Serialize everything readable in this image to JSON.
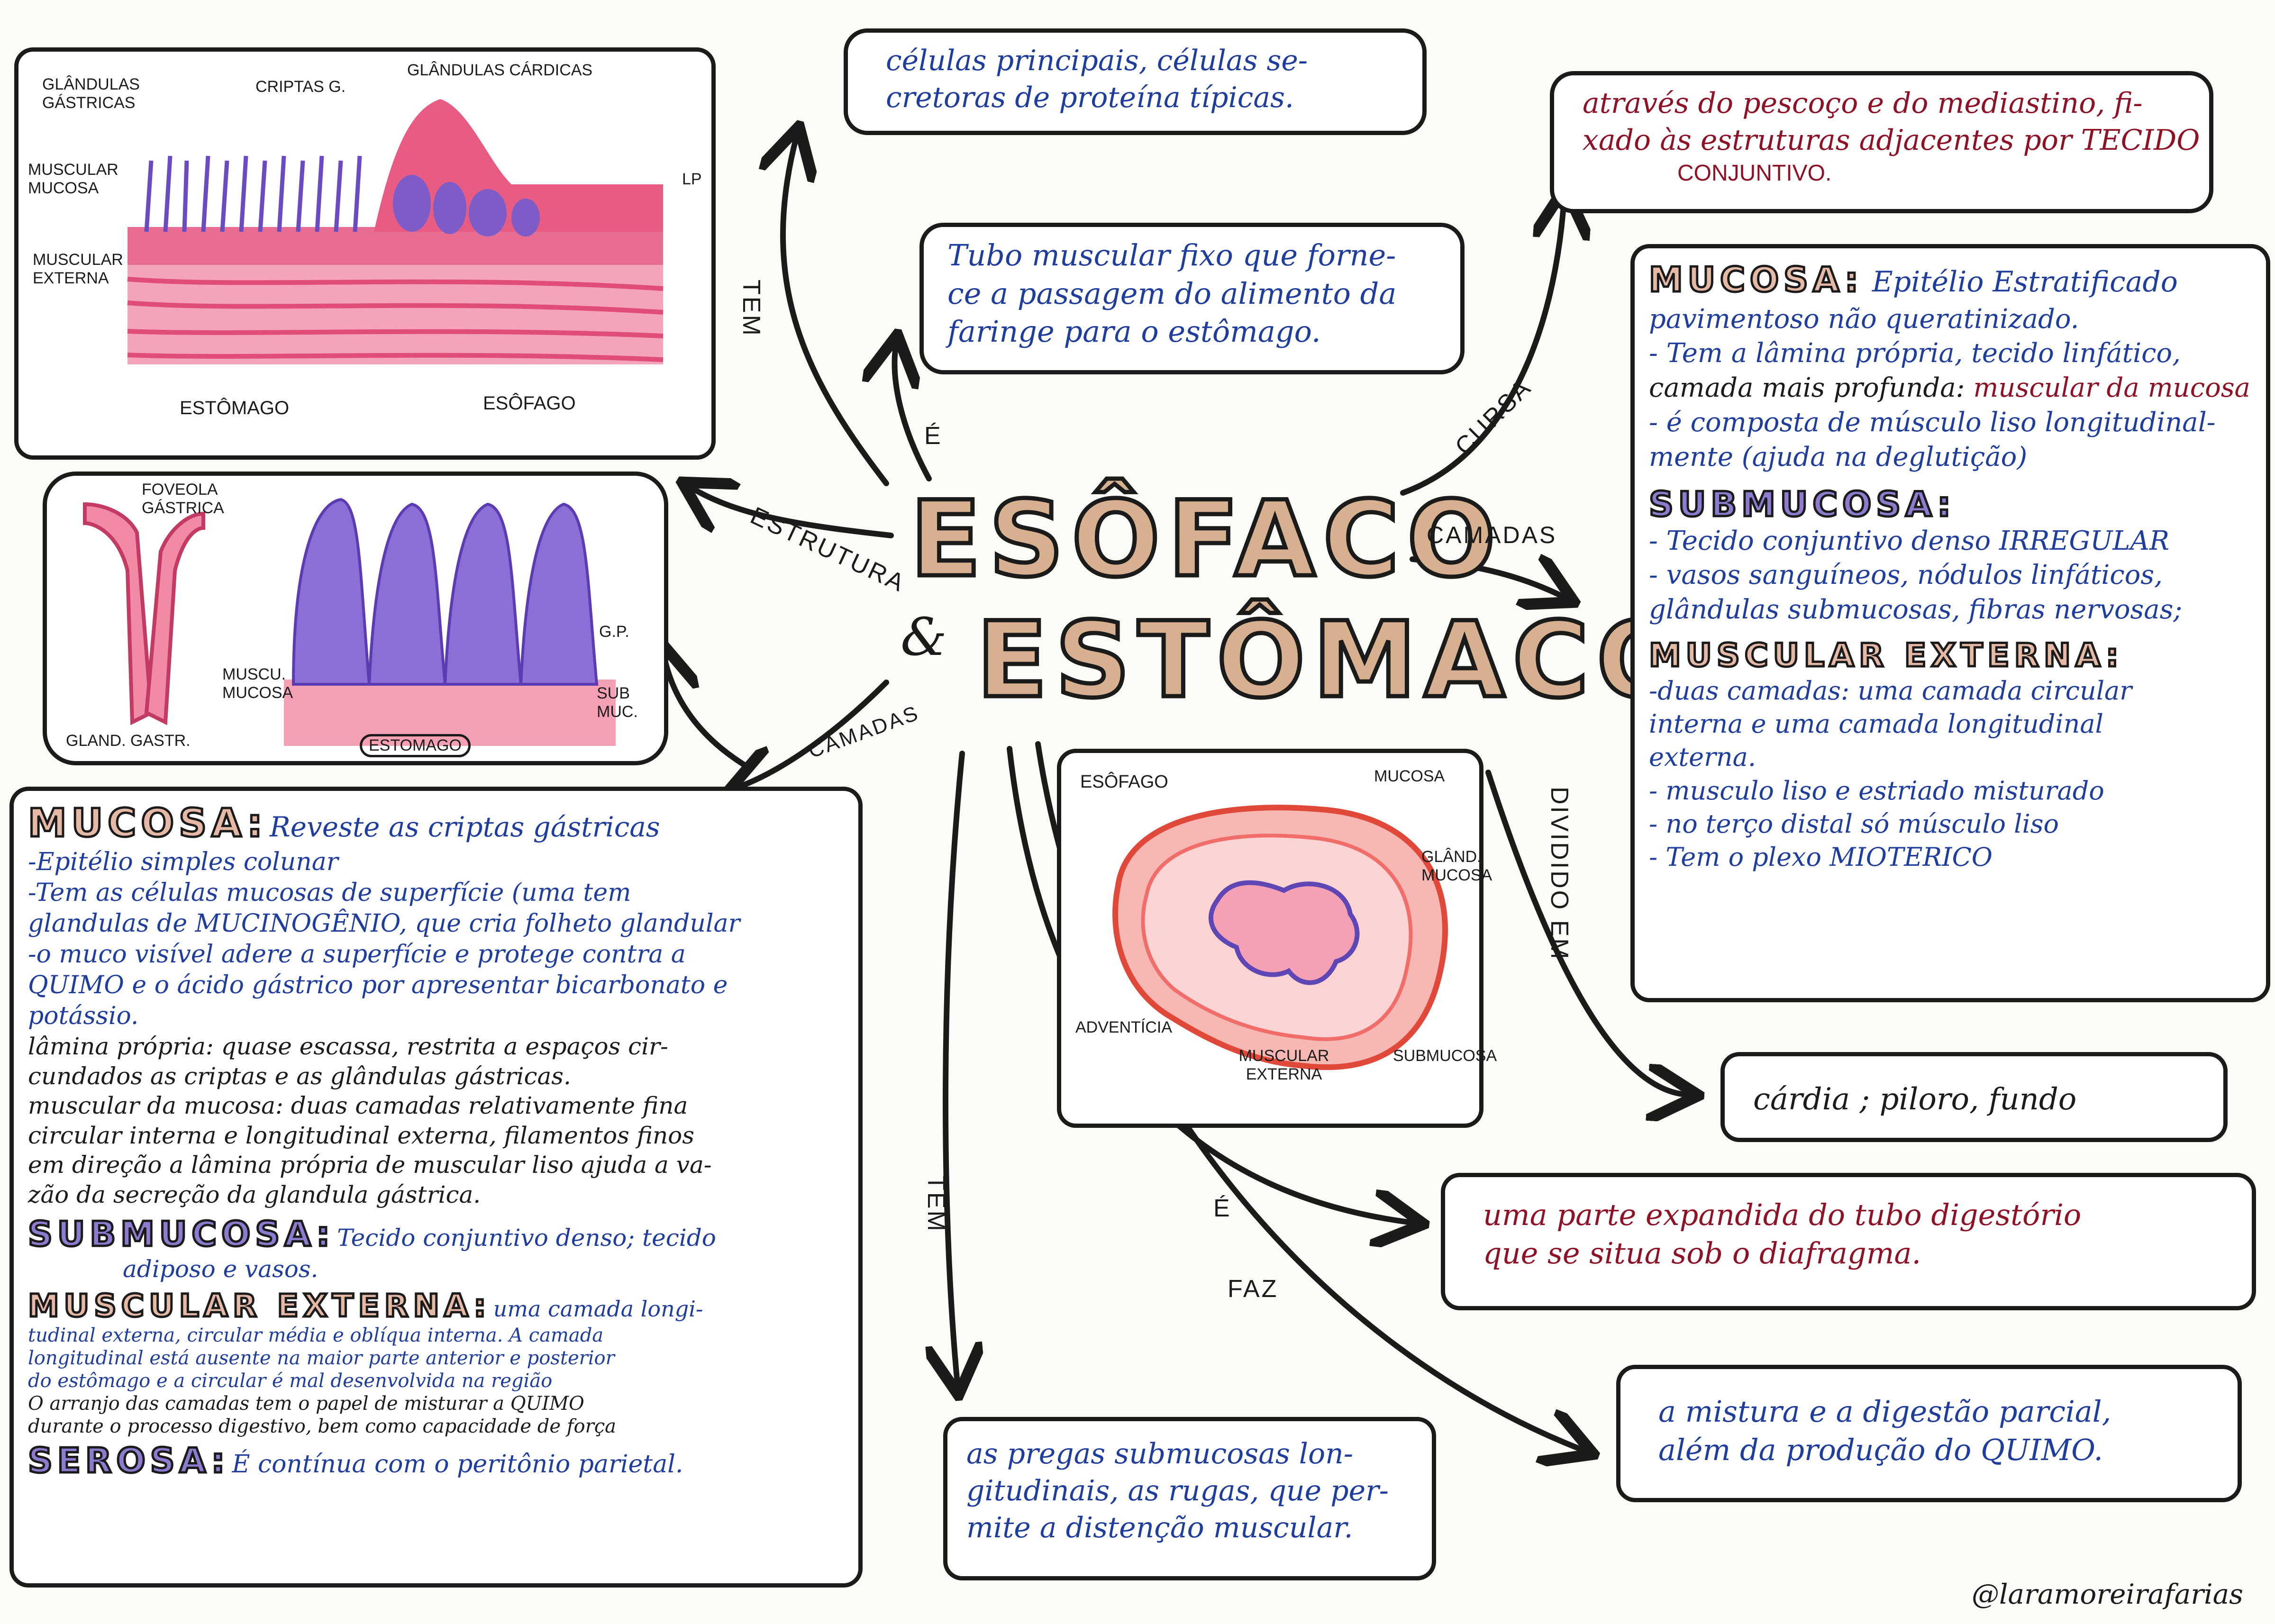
{
  "title": {
    "line1": "ESÔFACO",
    "connector": "&",
    "line2": "ESTÔMACO"
  },
  "connectors": {
    "tem_top": "TEM",
    "e_top": "É",
    "estrutura": "ESTRUTURA",
    "camadas_left": "CAMADAS",
    "cursa": "CURSA",
    "camadas_right": "CAMADAS",
    "dividido_em": "DIVIDIDO EM",
    "e_bottom": "É",
    "faz": "FAZ",
    "tem_bottom": "TEM"
  },
  "top_note_cells": {
    "lines": [
      "células principais, células se-",
      "cretoras de proteína típicas."
    ]
  },
  "top_note_tube": {
    "lines": [
      "Tubo muscular fixo que forne-",
      "ce a passagem do alimento da",
      "faringe para o estômago."
    ]
  },
  "right_note_course": {
    "lines": [
      "através do pescoço e do mediastino, fi-",
      "xado às estruturas adjacentes por TECIDO",
      "CONJUNTIVO."
    ]
  },
  "esophagus_layers": {
    "mucosa_title": "MUCOSA:",
    "mucosa_lines": [
      "Epitélio Estratificado",
      "pavimentoso não queratinizado.",
      "- Tem a lâmina própria, tecido linfático,",
      "camada mais profunda:",
      "muscular da mucosa",
      "- é composta de músculo liso longitudinal-",
      "mente (ajuda na deglutição)"
    ],
    "submucosa_title": "SUBMUCOSA:",
    "submucosa_lines": [
      "- Tecido conjuntivo denso IRREGULAR",
      "- vasos sanguíneos, nódulos linfáticos,",
      "glândulas submucosas, fibras nervosas;"
    ],
    "muscular_title": "MUSCULAR EXTERNA:",
    "muscular_lines": [
      "-duas camadas: uma camada circular",
      "interna e uma camada longitudinal",
      "externa.",
      "- musculo liso e estriado misturado",
      "- no terço distal só músculo liso",
      "- Tem o plexo MIOTERICO"
    ]
  },
  "divided_note": {
    "text": "cárdia ; piloro, fundo"
  },
  "expanded_note": {
    "lines": [
      "uma parte expandida do tubo digestório",
      "que se situa sob o diafragma."
    ]
  },
  "mixing_note": {
    "lines": [
      "a mistura e a digestão parcial,",
      "além da produção do QUIMO."
    ]
  },
  "folds_note": {
    "lines": [
      "as pregas submucosas lon-",
      "gitudinais, as rugas, que per-",
      "mite a distenção muscular."
    ]
  },
  "stomach_layers": {
    "mucosa_title": "MUCOSA:",
    "mucosa_intro": "Reveste as criptas gástricas",
    "mucosa_lines": [
      "-Epitélio simples colunar",
      "-Tem as células mucosas de superfície (uma tem",
      "glandulas de MUCINOGÊNIO, que cria folheto glandular",
      "-o muco visível adere a superfície e protege contra a",
      "QUIMO e o ácido gástrico por apresentar bicarbonato e",
      "potássio."
    ],
    "lamina_lines": [
      "lâmina própria: quase escassa, restrita a espaços cir-",
      "cundados as criptas e as glândulas gástricas."
    ],
    "muscular_mucosa_lines": [
      "muscular da mucosa: duas camadas relativamente fina",
      "circular interna e longitudinal externa, filamentos finos",
      "em direção a lâmina própria de muscular liso ajuda a va-",
      "zão da secreção da glandula gástrica."
    ],
    "submucosa_title": "SUBMUCOSA:",
    "submucosa_lines": [
      "Tecido conjuntivo denso; tecido",
      "adiposo e vasos."
    ],
    "muscular_title": "MUSCULAR EXTERNA:",
    "muscular_lines": [
      "uma camada longi-",
      "tudinal externa, circular média e oblíqua interna. A camada",
      "longitudinal está ausente na maior parte anterior e posterior",
      "do estômago e a circular é mal desenvolvida na região",
      "O arranjo das camadas tem o papel de misturar a QUIMO",
      "durante o processo digestivo, bem como capacidade de força"
    ],
    "serosa_title": "SEROSA:",
    "serosa_text": "É contínua com o peritônio parietal."
  },
  "histology_top": {
    "labels": [
      "GLÂNDULAS GÁSTRICAS",
      "CRIPTAS G.",
      "GLÂNDULAS CÁRDICAS",
      "MUSCULAR MUCOSA",
      "MUSCULAR EXTERNA",
      "LP",
      "ESTÔMAGO",
      "ESÔFAGO"
    ]
  },
  "histology_mid": {
    "labels": [
      "FOVEOLA GÁSTRICA",
      "G.P.",
      "MUSCU. MUCOSA",
      "SUB MUC.",
      "GLAND. GASTR.",
      "ESTOMAGO"
    ]
  },
  "cross_section": {
    "labels": [
      "ESÔFAGO",
      "MUCOSA",
      "GLÂND. MUCOSA",
      "ADVENTÍCIA",
      "MUSCULAR EXTERNA",
      "SUBMUCOSA"
    ]
  },
  "signature": "@laramoreirafarias",
  "colors": {
    "ink": "#1b1b1b",
    "blue_ink": "#1f3d9c",
    "red_ink": "#8e1226",
    "pink": "#e9708f",
    "purple": "#7a5cc4"
  }
}
